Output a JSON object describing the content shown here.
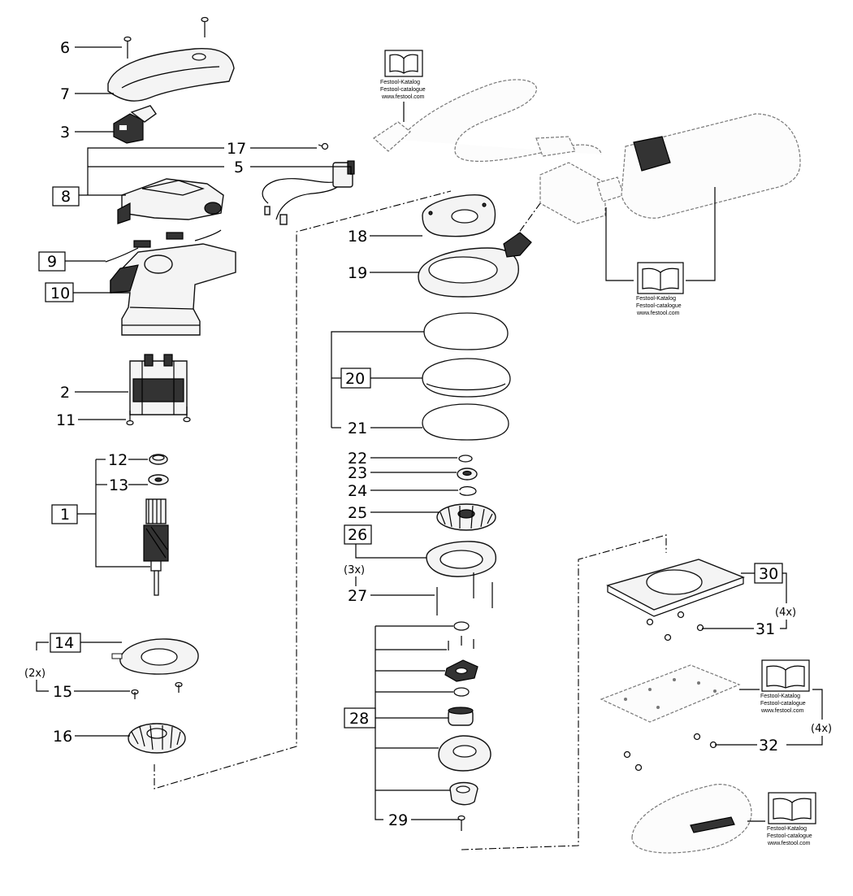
{
  "labels": {
    "l1": "1",
    "l2": "2",
    "l3": "3",
    "l5": "5",
    "l6": "6",
    "l7": "7",
    "l8": "8",
    "l9": "9",
    "l10": "10",
    "l11": "11",
    "l12": "12",
    "l13": "13",
    "l14": "14",
    "l15": "15",
    "l16": "16",
    "l17": "17",
    "l18": "18",
    "l19": "19",
    "l20": "20",
    "l21": "21",
    "l22": "22",
    "l23": "23",
    "l24": "24",
    "l25": "25",
    "l26": "26",
    "l27": "27",
    "l28": "28",
    "l29": "29",
    "l30": "30",
    "l31": "31",
    "l32": "32"
  },
  "quantities": {
    "q2x": "(2x)",
    "q3x": "(3x)",
    "q4x_a": "(4x)",
    "q4x_b": "(4x)"
  },
  "catalog": {
    "line1": "Festool-Katalog",
    "line2": "Festool-catalogue",
    "line3": "www.festool.com"
  }
}
